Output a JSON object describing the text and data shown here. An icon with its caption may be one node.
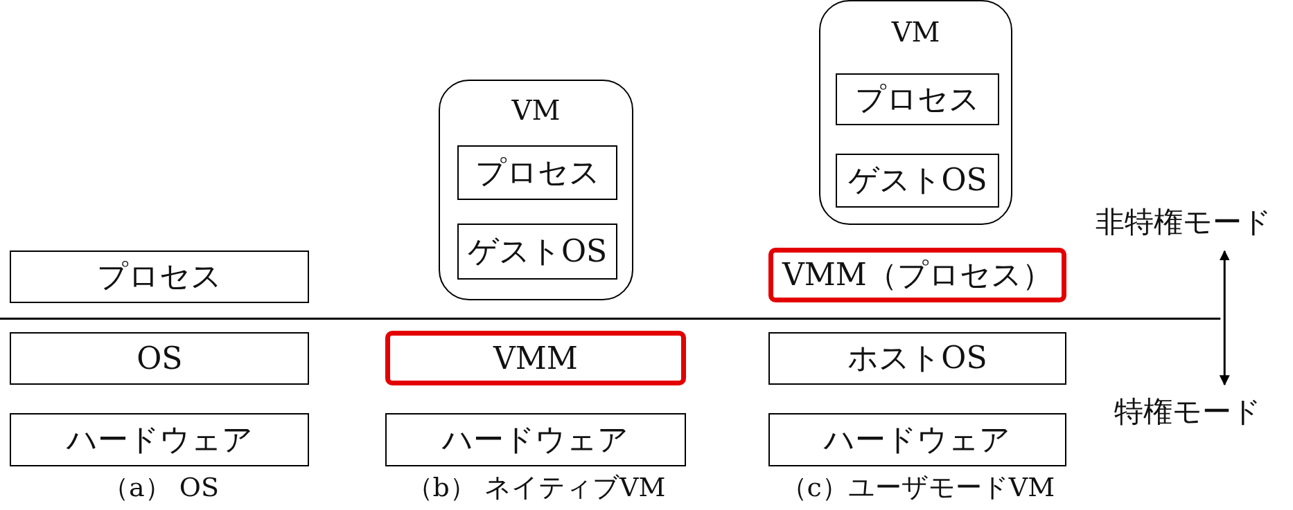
{
  "diagram": {
    "nodes": [
      {
        "text": [
          "プロセス"
        ]
      },
      {
        "text": [
          "OS"
        ]
      },
      {
        "text": [
          "ハードウェア"
        ]
      },
      {
        "text": [
          "VM"
        ]
      },
      {
        "text": [
          "プロセス"
        ],
        "in": 3
      },
      {
        "text": [
          "ゲストOS"
        ],
        "in": 3
      },
      {
        "text": [
          "VMM"
        ]
      },
      {
        "text": [
          "ハードウェア"
        ]
      },
      {
        "text": [
          "VM"
        ]
      },
      {
        "text": [
          "プロセス"
        ],
        "in": 8
      },
      {
        "text": [
          "ゲストOS"
        ],
        "in": 8
      },
      {
        "text": [
          "VMM（プロセス）"
        ]
      },
      {
        "text": [
          "ホストOS"
        ]
      },
      {
        "text": [
          "ハードウェア"
        ]
      }
    ],
    "edges": [],
    "labels": [
      "非特権モード",
      "特権モード",
      "（a） OS",
      "（b） ネイティブVM",
      "（c）ユーザモードVM"
    ]
  }
}
